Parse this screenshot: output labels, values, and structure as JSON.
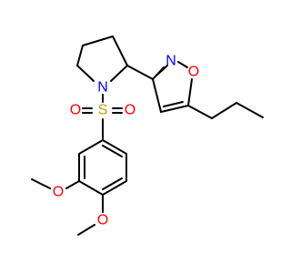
{
  "molecule": {
    "atoms": {
      "n_pyrrolidine": "N",
      "s_sulfonyl": "S",
      "o_sulfonyl_left": "O",
      "o_sulfonyl_right": "O",
      "n_isoxazole": "N",
      "o_isoxazole": "O",
      "o_methoxy_upper": "O",
      "o_methoxy_lower": "O"
    },
    "colors": {
      "carbon": "#000000",
      "nitrogen": "#0000ff",
      "oxygen": "#ff0000",
      "sulfur": "#b8a000"
    }
  }
}
